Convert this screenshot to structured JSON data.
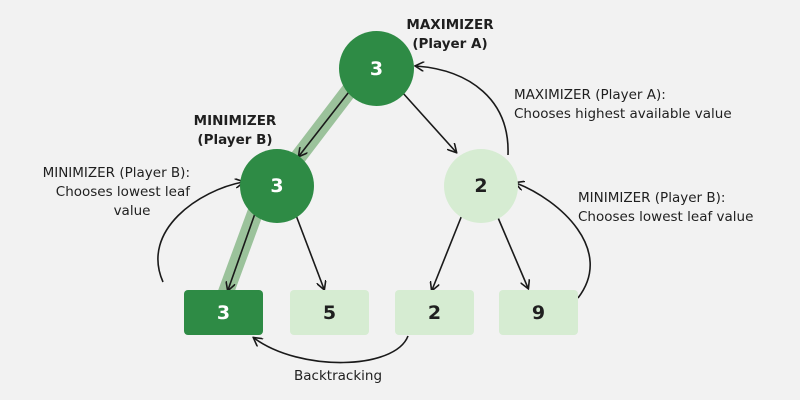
{
  "colors": {
    "dark_node": "#2e8b45",
    "light_node": "#d6ecd2",
    "path_highlight": "#9bc29b",
    "arrow": "#1a1a1a",
    "background": "#f2f2f2"
  },
  "tree": {
    "root": {
      "value": "3",
      "role_line1": "MAXIMIZER",
      "role_line2": "(Player A)"
    },
    "left_child": {
      "value": "3",
      "role_line1": "MINIMIZER",
      "role_line2": "(Player B)"
    },
    "right_child": {
      "value": "2"
    },
    "leaves": [
      {
        "value": "3"
      },
      {
        "value": "5"
      },
      {
        "value": "2"
      },
      {
        "value": "9"
      }
    ]
  },
  "annotations": {
    "maximizer_line1": "MAXIMIZER (Player A):",
    "maximizer_line2": "Chooses highest available value",
    "minimizer_left_line1": "MINIMIZER (Player B):",
    "minimizer_left_line2": "Chooses lowest leaf",
    "minimizer_left_line3": "value",
    "minimizer_right_line1": "MINIMIZER (Player B):",
    "minimizer_right_line2": "Chooses lowest leaf value",
    "backtracking": "Backtracking"
  }
}
